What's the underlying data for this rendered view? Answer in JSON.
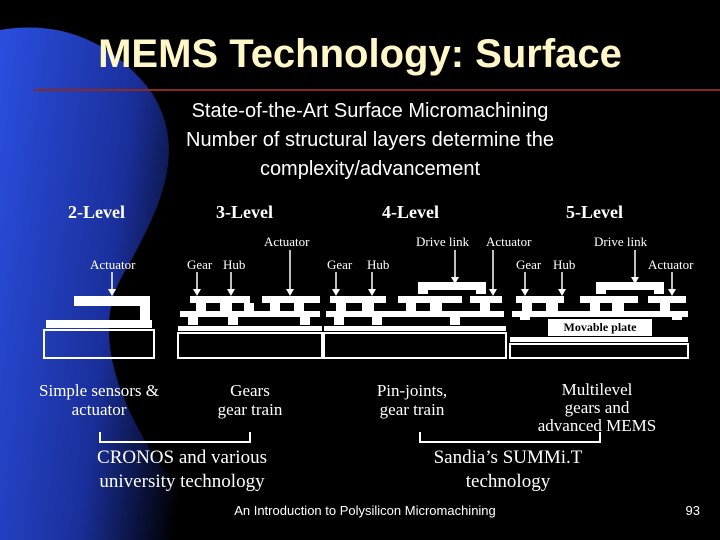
{
  "slide": {
    "title": "MEMS Technology: Surface",
    "subtitle_lines": [
      "State-of-the-Art Surface Micromachining",
      "Number of structural layers determine the",
      "complexity/advancement"
    ],
    "colors": {
      "background": "#000000",
      "accent_gradient": "#2a4fe0",
      "title": "#fff7c8"
    }
  },
  "levels": [
    {
      "label": "2-Level",
      "parts": [
        "Actuator"
      ],
      "caption": [
        "Simple sensors &",
        "actuator"
      ]
    },
    {
      "label": "3-Level",
      "parts": [
        "Actuator",
        "Gear",
        "Hub"
      ],
      "caption": [
        "Gears",
        "gear train"
      ]
    },
    {
      "label": "4-Level",
      "parts": [
        "Drive link",
        "Gear",
        "Hub"
      ],
      "caption": [
        "Pin-joints,",
        "gear train"
      ]
    },
    {
      "label": "5-Level",
      "parts": [
        "Actuator",
        "Drive link",
        "Gear",
        "Hub",
        "Actuator",
        "Movable plate"
      ],
      "caption": [
        "Multilevel",
        "gears and",
        "advanced MEMS"
      ]
    }
  ],
  "groups": [
    {
      "label": [
        "CRONOS and various",
        "university technology"
      ]
    },
    {
      "label": [
        "Sandia’s SUMMi.T",
        "technology"
      ]
    }
  ],
  "footer": {
    "text": "An Introduction to Polysilicon Micromachining",
    "page": "93"
  }
}
